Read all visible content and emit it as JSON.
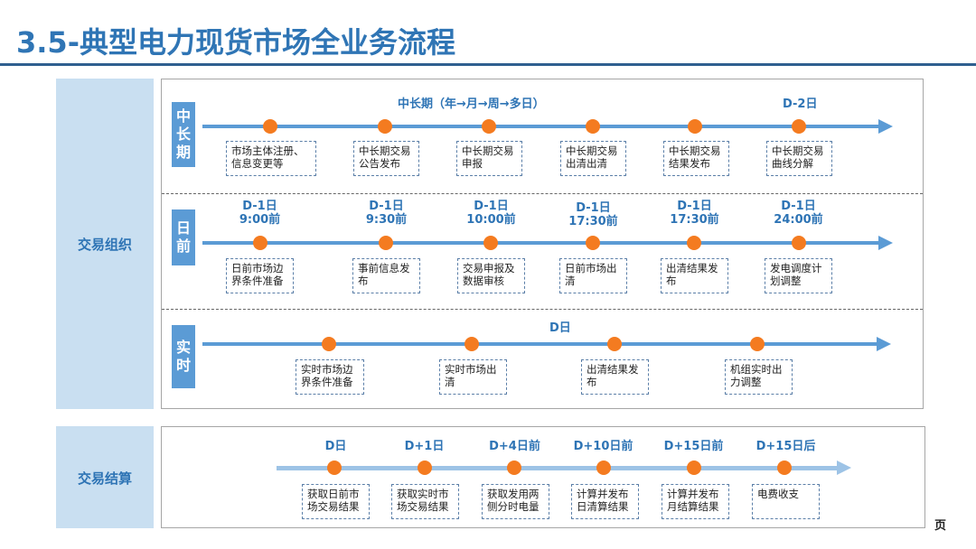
{
  "title": "3.5-典型电力现货市场全业务流程",
  "page_mark": "页",
  "trading_org": {
    "label": "交易组织",
    "lanes": [
      {
        "tag": "中\n长\n期",
        "periods": [
          "中长期（年→月→周→多日）",
          "D-2日"
        ],
        "steps": [
          "市场主体注册、\n信息变更等",
          "中长期交易\n公告发布",
          "中长期交易\n申报",
          "中长期交易\n出清出清",
          "中长期交易\n结果发布",
          "中长期交易\n曲线分解"
        ]
      },
      {
        "tag": "日\n前",
        "times": [
          "D-1日\n9:00前",
          "D-1日\n9:30前",
          "D-1日\n10:00前",
          "D-1日\n17:30前",
          "D-1日\n17:30前",
          "D-1日\n24:00前"
        ],
        "steps": [
          "日前市场边\n界条件准备",
          "事前信息发\n布",
          "交易申报及\n数据审核",
          "日前市场出\n清",
          "出清结果发\n布",
          "发电调度计\n划调整"
        ]
      },
      {
        "tag": "实\n时",
        "period": "D日",
        "steps": [
          "实时市场边\n界条件准备",
          "实时市场出\n清",
          "出清结果发\n布",
          "机组实时出\n力调整"
        ]
      }
    ]
  },
  "settlement": {
    "label": "交易结算",
    "times": [
      "D日",
      "D+1日",
      "D+4日前",
      "D+10日前",
      "D+15日前",
      "D+15日后"
    ],
    "steps": [
      "获取日前市\n场交易结果",
      "获取实时市\n场交易结果",
      "获取发用两\n侧分时电量",
      "计算并发布\n日清算结果",
      "计算并发布\n月结算结果",
      "电费收支"
    ]
  },
  "colors": {
    "accent": "#2e74b5",
    "line": "#5b9bd5",
    "dot": "#f47b20",
    "side": "#c9dff1"
  }
}
